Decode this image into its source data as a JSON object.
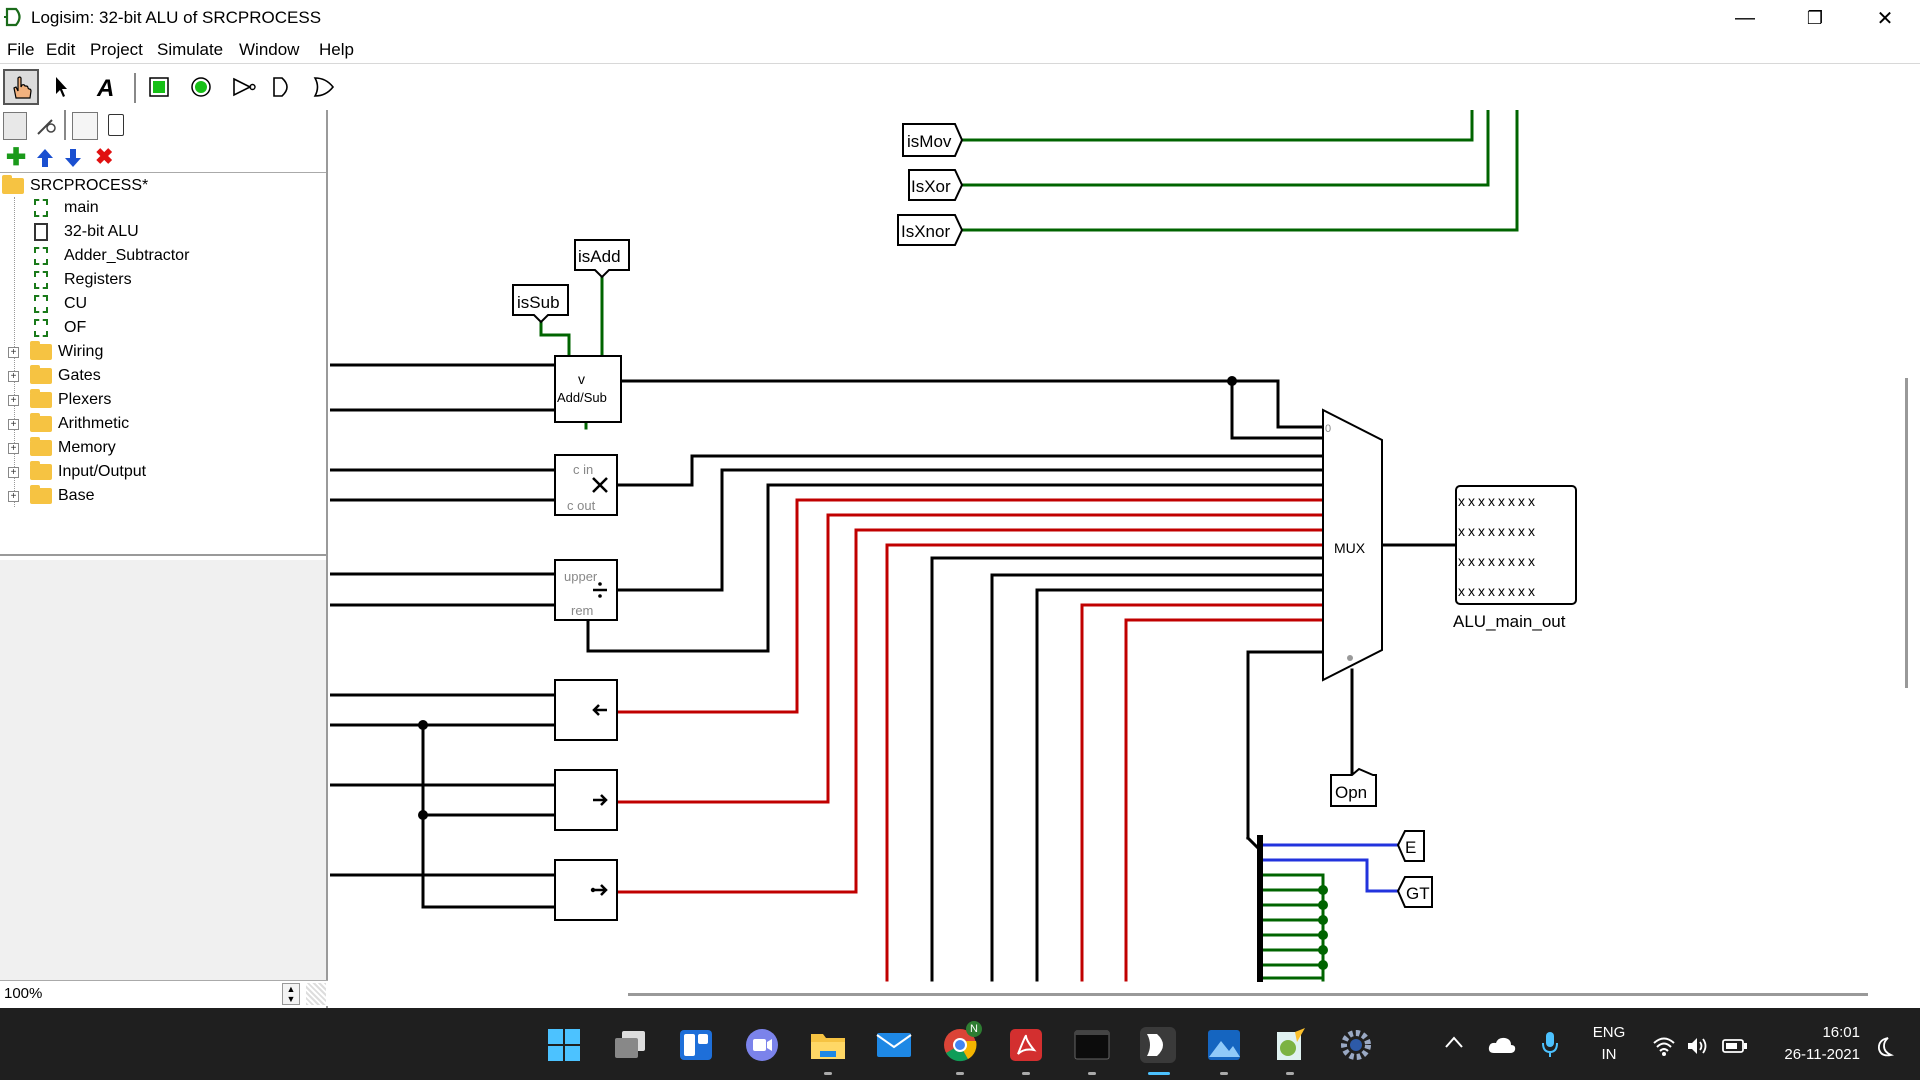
{
  "window": {
    "title": "Logisim: 32-bit ALU of SRCPROCESS",
    "minimize": "—",
    "maximize": "❐",
    "close": "✕"
  },
  "menu": [
    "File",
    "Edit",
    "Project",
    "Simulate",
    "Window",
    "Help"
  ],
  "tree": {
    "project": "SRCPROCESS*",
    "circuits": [
      "main",
      "32-bit ALU",
      "Adder_Subtractor",
      "Registers",
      "CU",
      "OF"
    ],
    "libraries": [
      "Wiring",
      "Gates",
      "Plexers",
      "Arithmetic",
      "Memory",
      "Input/Output",
      "Base"
    ]
  },
  "zoom": "100%",
  "circuit": {
    "tunnels": {
      "ismov": "isMov",
      "isxor": "IsXor",
      "isxnor": "IsXnor",
      "isadd": "isAdd",
      "issub": "isSub",
      "opn": "Opn",
      "e": "E",
      "gt": "GT"
    },
    "components": {
      "addsub_symbol": "v",
      "addsub_label": "Add/Sub",
      "mult_cin": "c in",
      "mult_cout": "c out",
      "div_upper": "upper",
      "div_rem": "rem",
      "mux_label": "MUX",
      "mux_select_zero": "0",
      "output_label": "ALU_main_out",
      "output_row": "xxxxxxxx"
    },
    "colors": {
      "wire_black": "#000000",
      "wire_green": "#006400",
      "wire_red": "#c00000",
      "wire_blue": "#2233dd"
    }
  },
  "taskbar": {
    "language_top": "ENG",
    "language_bottom": "IN",
    "time": "16:01",
    "date": "26-11-2021",
    "chrome_badge": "N"
  }
}
